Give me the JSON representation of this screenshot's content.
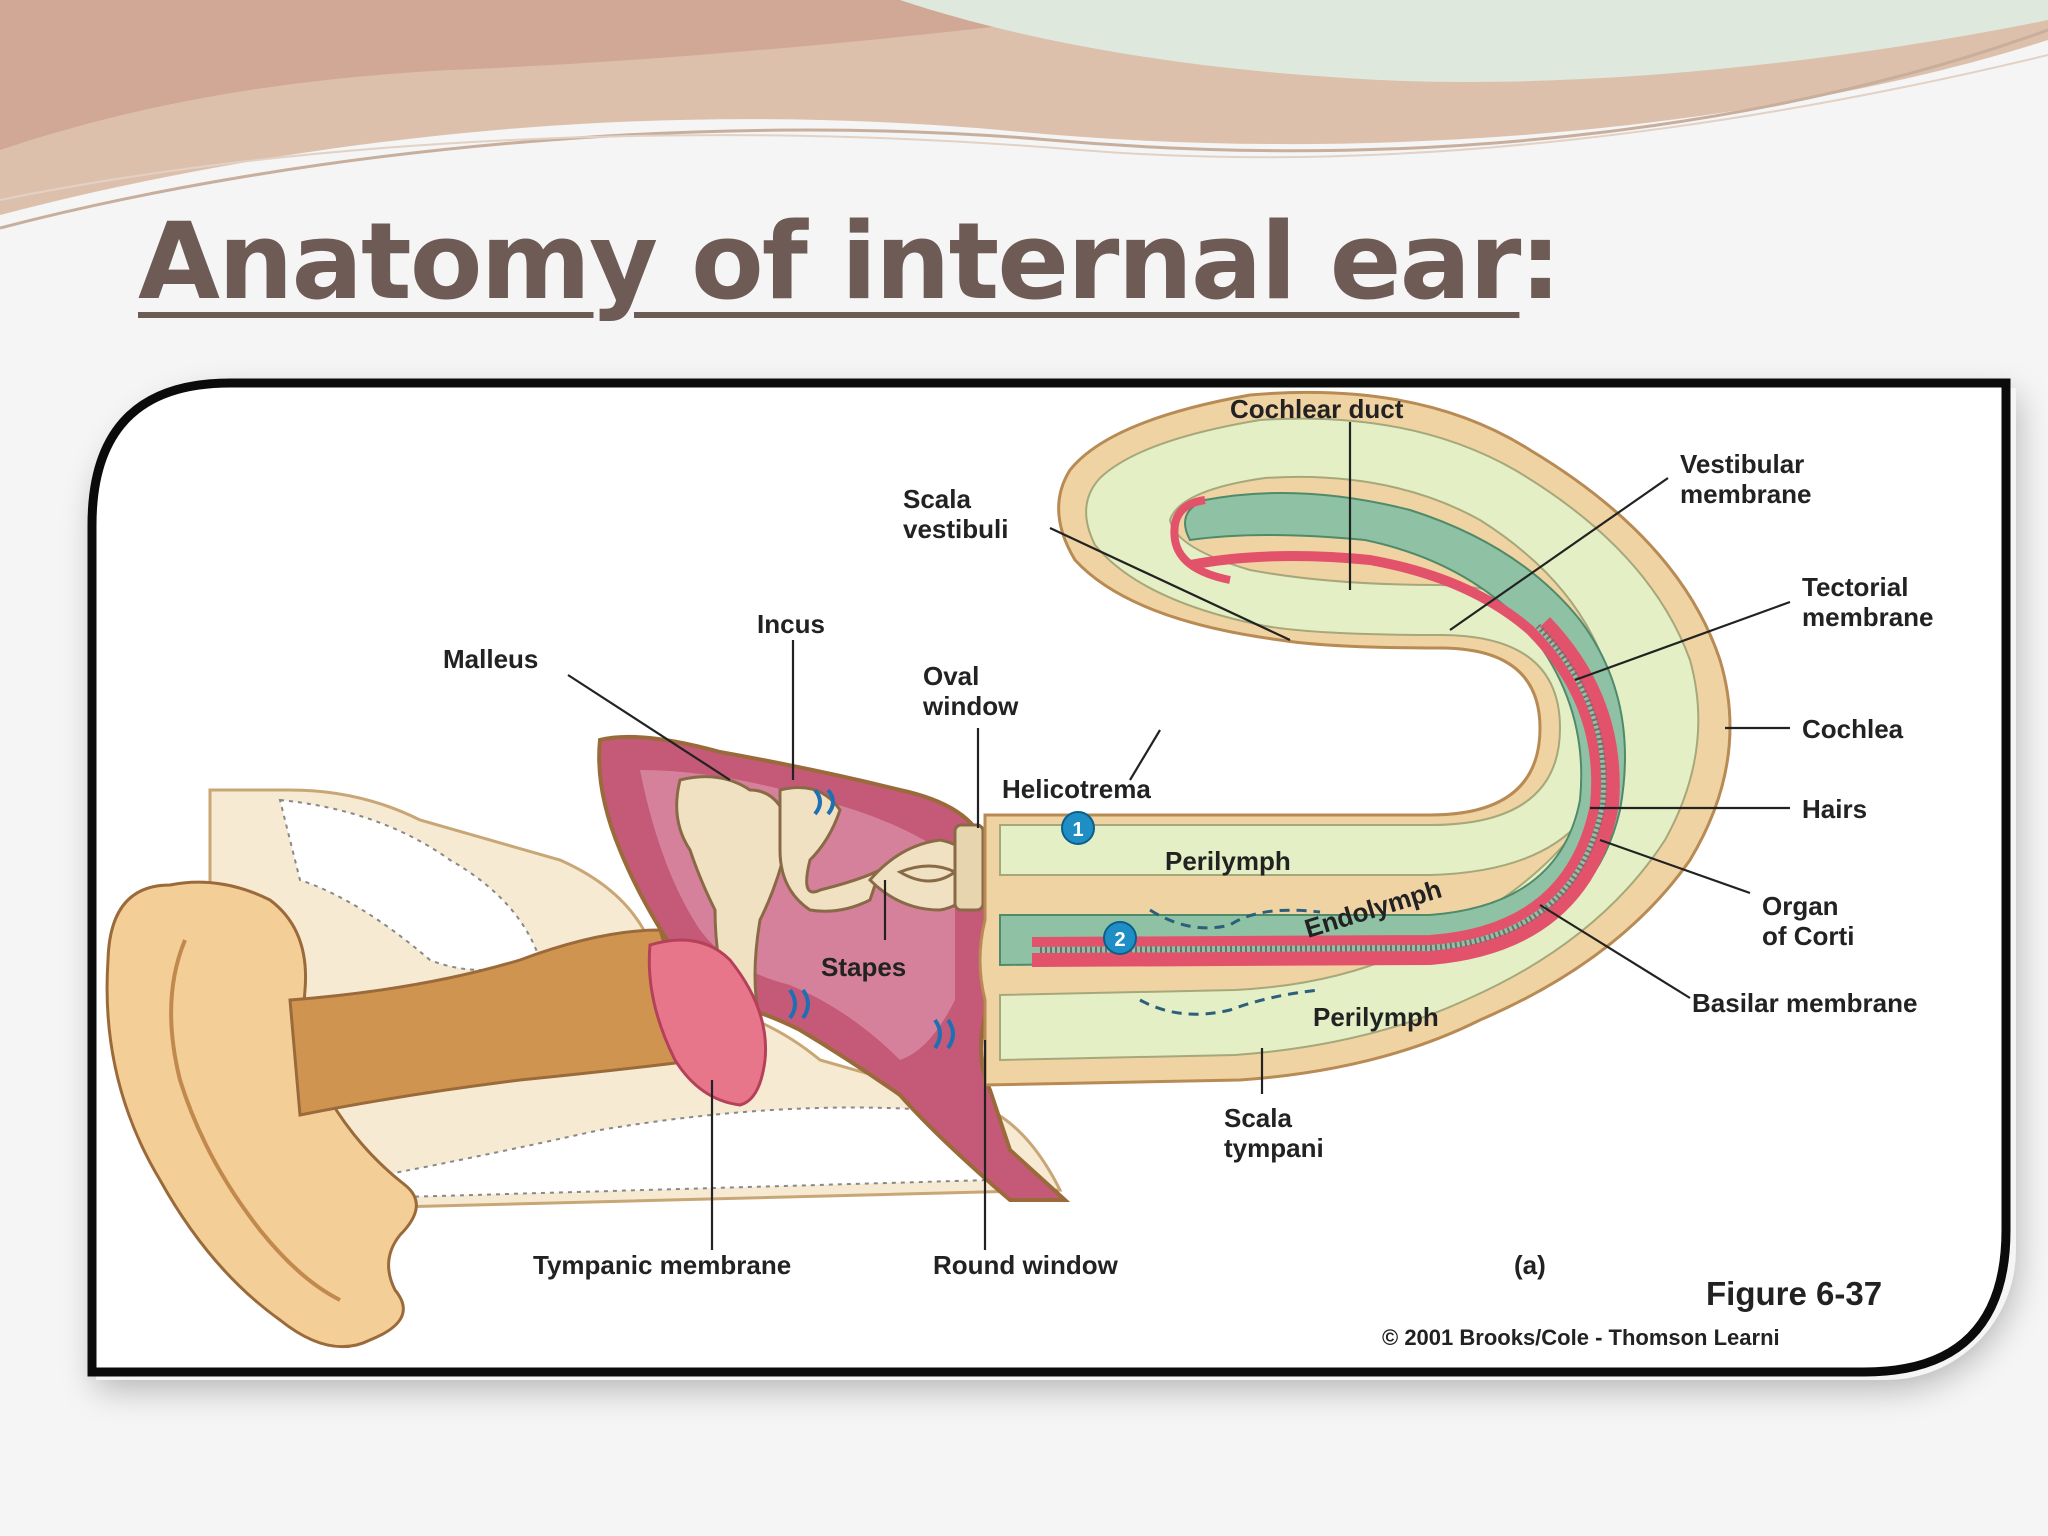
{
  "title": {
    "main": "Anatomy of internal ear",
    "colon": ":"
  },
  "labels": {
    "cochlear_duct": "Cochlear duct",
    "vestibular_membrane_1": "Vestibular",
    "vestibular_membrane_2": "membrane",
    "scala_vestibuli_1": "Scala",
    "scala_vestibuli_2": "vestibuli",
    "tectorial_membrane_1": "Tectorial",
    "tectorial_membrane_2": "membrane",
    "incus": "Incus",
    "malleus": "Malleus",
    "oval_window_1": "Oval",
    "oval_window_2": "window",
    "cochlea": "Cochlea",
    "helicotrema": "Helicotrema",
    "hairs": "Hairs",
    "perilymph_upper": "Perilymph",
    "endolymph": "Endolymph",
    "organ_of_corti_1": "Organ",
    "organ_of_corti_2": "of Corti",
    "stapes": "Stapes",
    "perilymph_lower": "Perilymph",
    "basilar_membrane": "Basilar membrane",
    "scala_tympani_1": "Scala",
    "scala_tympani_2": "tympani",
    "tympanic_membrane": "Tympanic membrane",
    "round_window": "Round window",
    "panel": "(a)",
    "marker_1": "1",
    "marker_2": "2"
  },
  "figure": {
    "number": "Figure 6-37",
    "copyright": "© 2001 Brooks/Cole - Thomson Learni"
  },
  "colors": {
    "title": "#6f5b55",
    "perilymph": "#e4efc6",
    "duct": "#8fc2a4",
    "membrane": "#e2536b",
    "cochlea_wall": "#f0d3a3",
    "middle_ear": "#c45a78",
    "marker": "#1e8ec4"
  }
}
